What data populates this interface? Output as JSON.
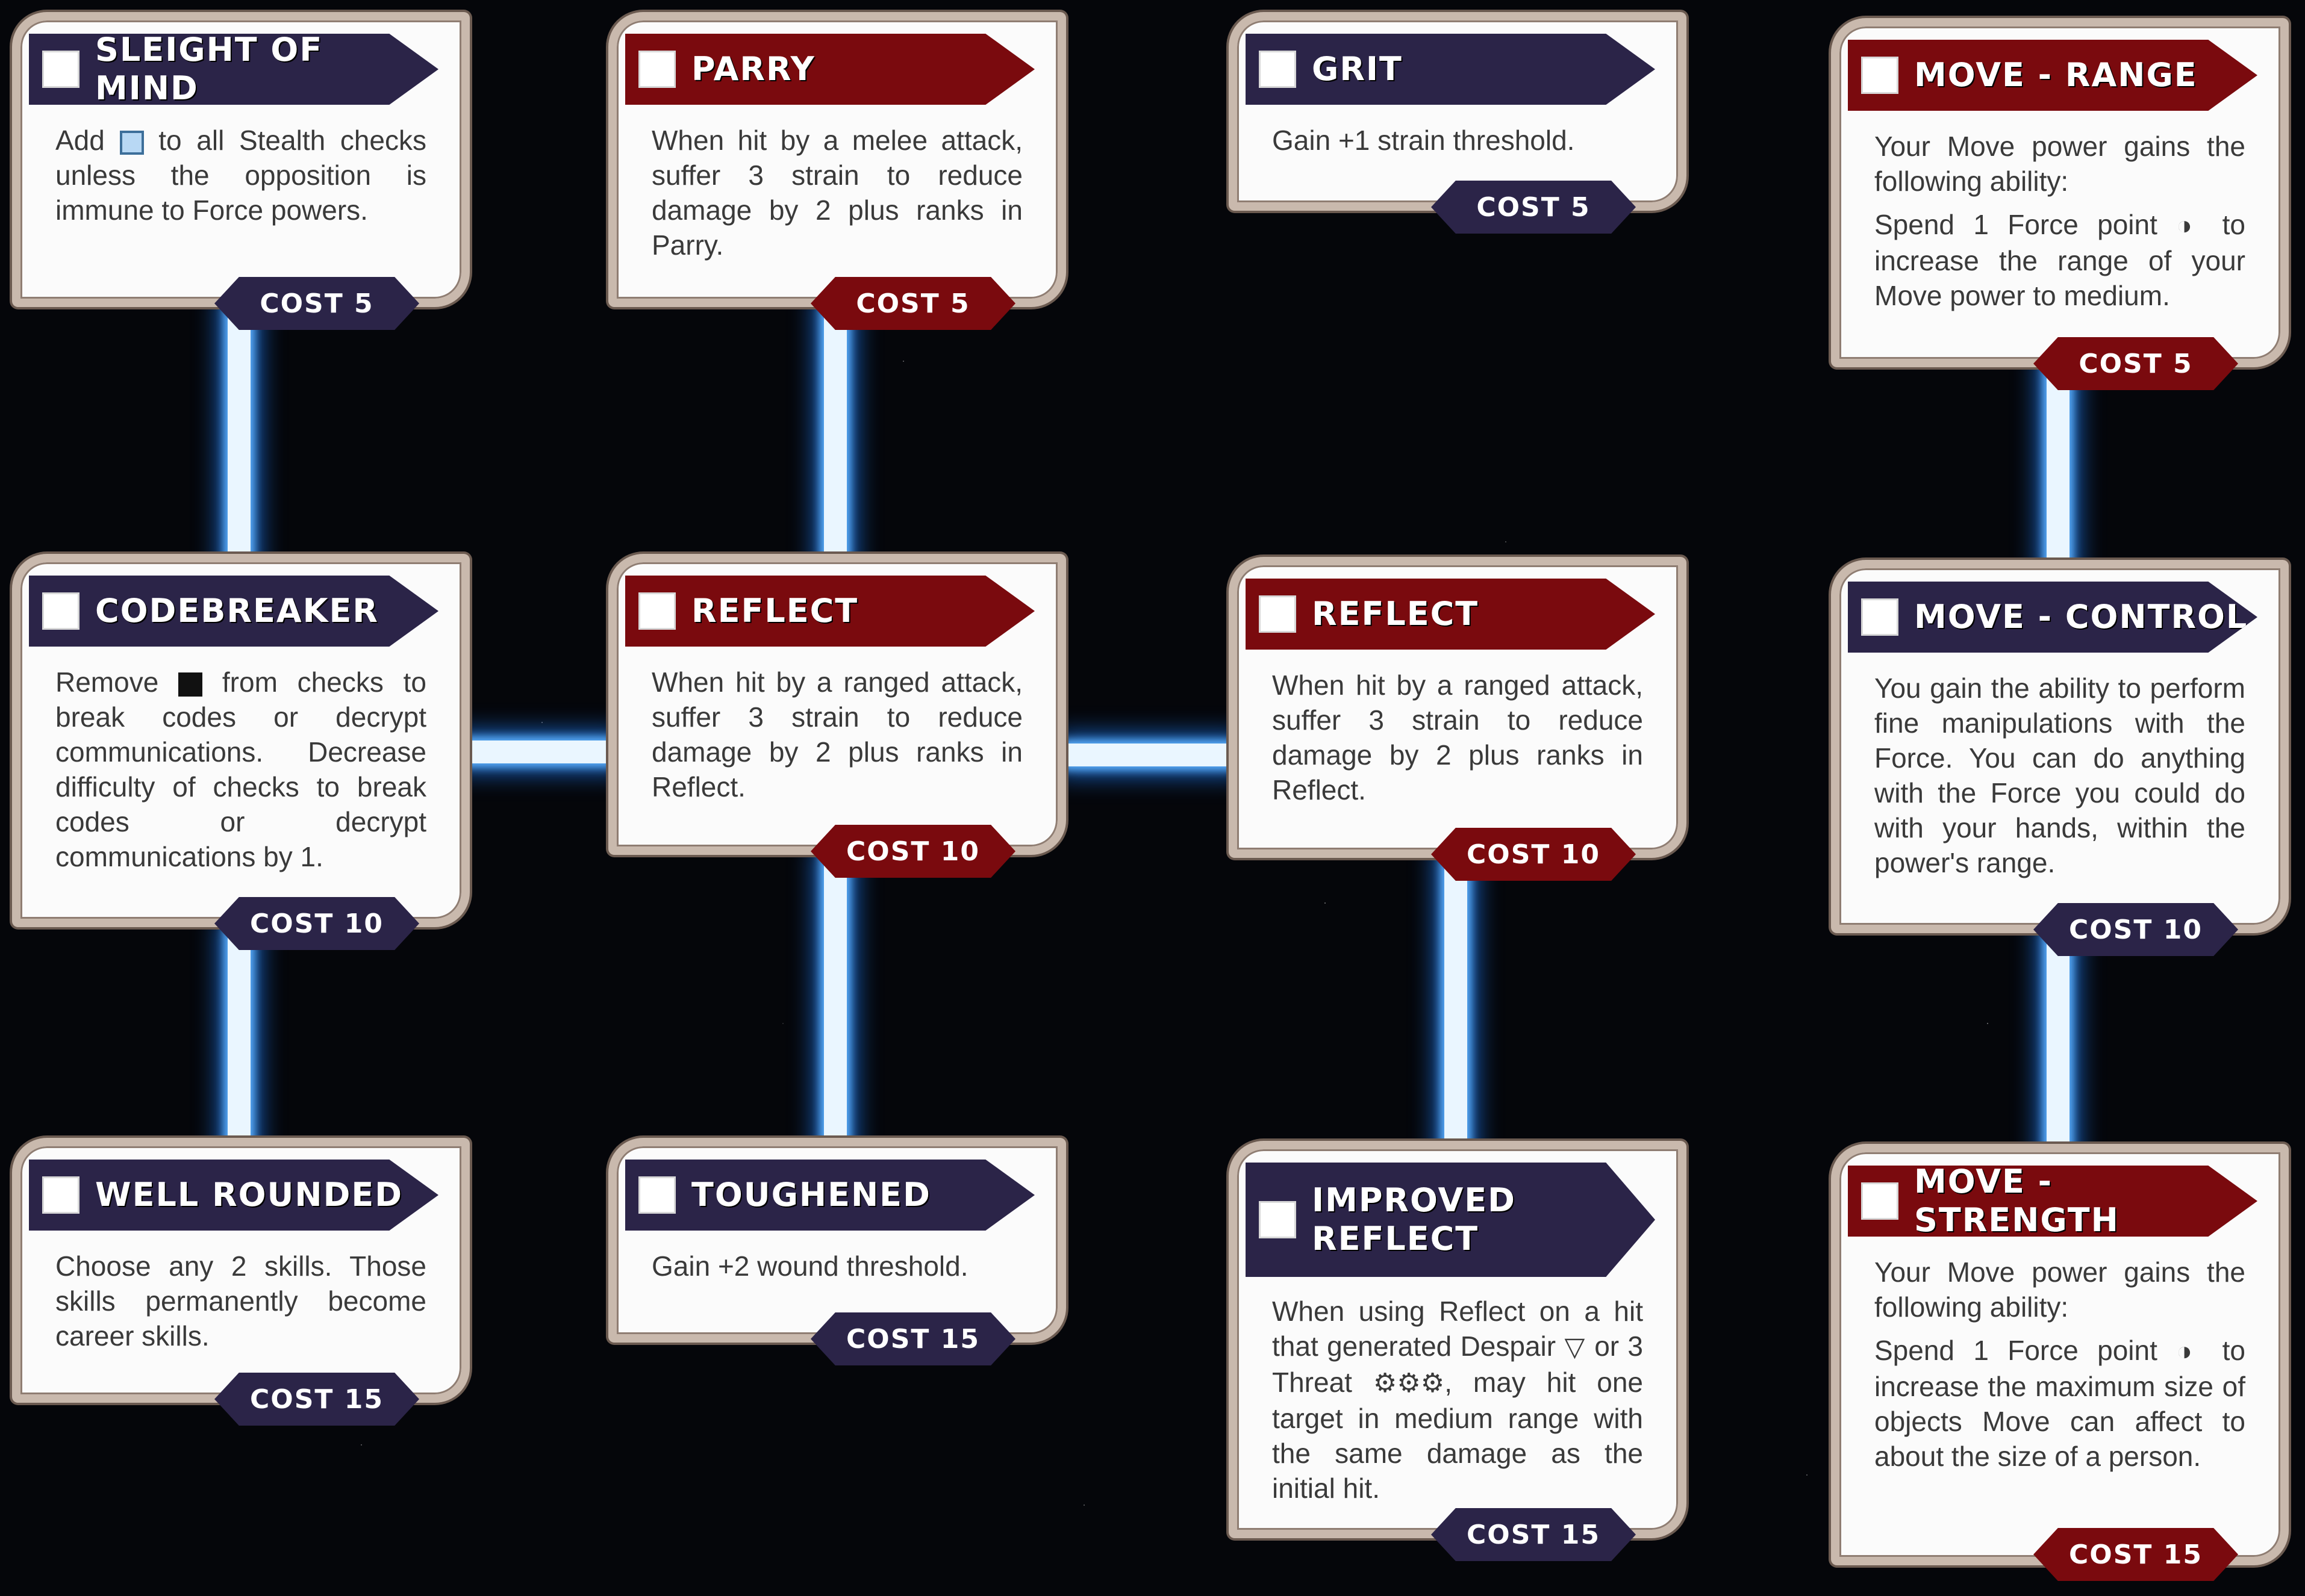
{
  "talents": [
    {
      "title": "SLEIGHT OF MIND",
      "type": "passive",
      "text_before": "Add",
      "icon": "blue-square-die-icon",
      "text_after": "to all Stealth checks unless the opposition is immune to Force powers.",
      "cost": "COST 5"
    },
    {
      "title": "PARRY",
      "type": "active",
      "text": "When hit by a melee attack, suffer 3 strain to reduce damage by 2 plus ranks in Parry.",
      "cost": "COST 5"
    },
    {
      "title": "GRIT",
      "type": "passive",
      "text": "Gain +1 strain threshold.",
      "cost": "COST 5"
    },
    {
      "title": "MOVE - RANGE",
      "type": "active",
      "text": "Your Move power gains the following ability:",
      "text2_before": "Spend 1 Force point",
      "icon": "force-point-icon",
      "text2_after": "to increase the range of your Move power to medium.",
      "cost": "COST 5"
    },
    {
      "title": "CODEBREAKER",
      "type": "passive",
      "text_before": "Remove",
      "icon": "black-square-die-icon",
      "text_after": "from checks to break codes or decrypt communications. Decrease difficulty of checks to break codes or decrypt communications by 1.",
      "cost": "COST 10"
    },
    {
      "title": "REFLECT",
      "type": "active",
      "text": "When hit by a ranged attack, suffer 3 strain to reduce damage by 2 plus ranks in Reflect.",
      "cost": "COST 10"
    },
    {
      "title": "REFLECT",
      "type": "active",
      "text": "When hit by a ranged attack, suffer 3 strain to reduce damage by 2 plus ranks in Reflect.",
      "cost": "COST 10"
    },
    {
      "title": "MOVE - CONTROL",
      "type": "passive",
      "text": "You gain the ability to perform fine manipulations with the Force. You can do anything with the Force you could do with your hands, within the power's range.",
      "cost": "COST 10"
    },
    {
      "title": "WELL ROUNDED",
      "type": "passive",
      "text": "Choose any 2 skills. Those skills permanently become career skills.",
      "cost": "COST 15"
    },
    {
      "title": "TOUGHENED",
      "type": "passive",
      "text": "Gain +2 wound threshold.",
      "cost": "COST 15"
    },
    {
      "title": "IMPROVED REFLECT",
      "type": "passive",
      "text_before": "When using Reflect on a hit that generated Despair",
      "despair_icon": "despair-icon",
      "text_mid": "or 3 Threat",
      "threat_icon": "threat-icon",
      "text_after": ", may hit one target in medium range with the same damage as the initial hit.",
      "cost": "COST 15"
    },
    {
      "title": "MOVE - STRENGTH",
      "type": "active",
      "text": "Your Move power gains the following ability:",
      "text2_before": "Spend 1 Force point",
      "icon": "force-point-icon",
      "text2_after": "to increase the maximum size of objects Move can affect to about the size of a person.",
      "cost": "COST 15"
    }
  ],
  "colors": {
    "passive": "#2b2448",
    "active": "#7a0a0e",
    "connector_glow": "#5fb3ff",
    "card_border": "#c9b9ad"
  }
}
